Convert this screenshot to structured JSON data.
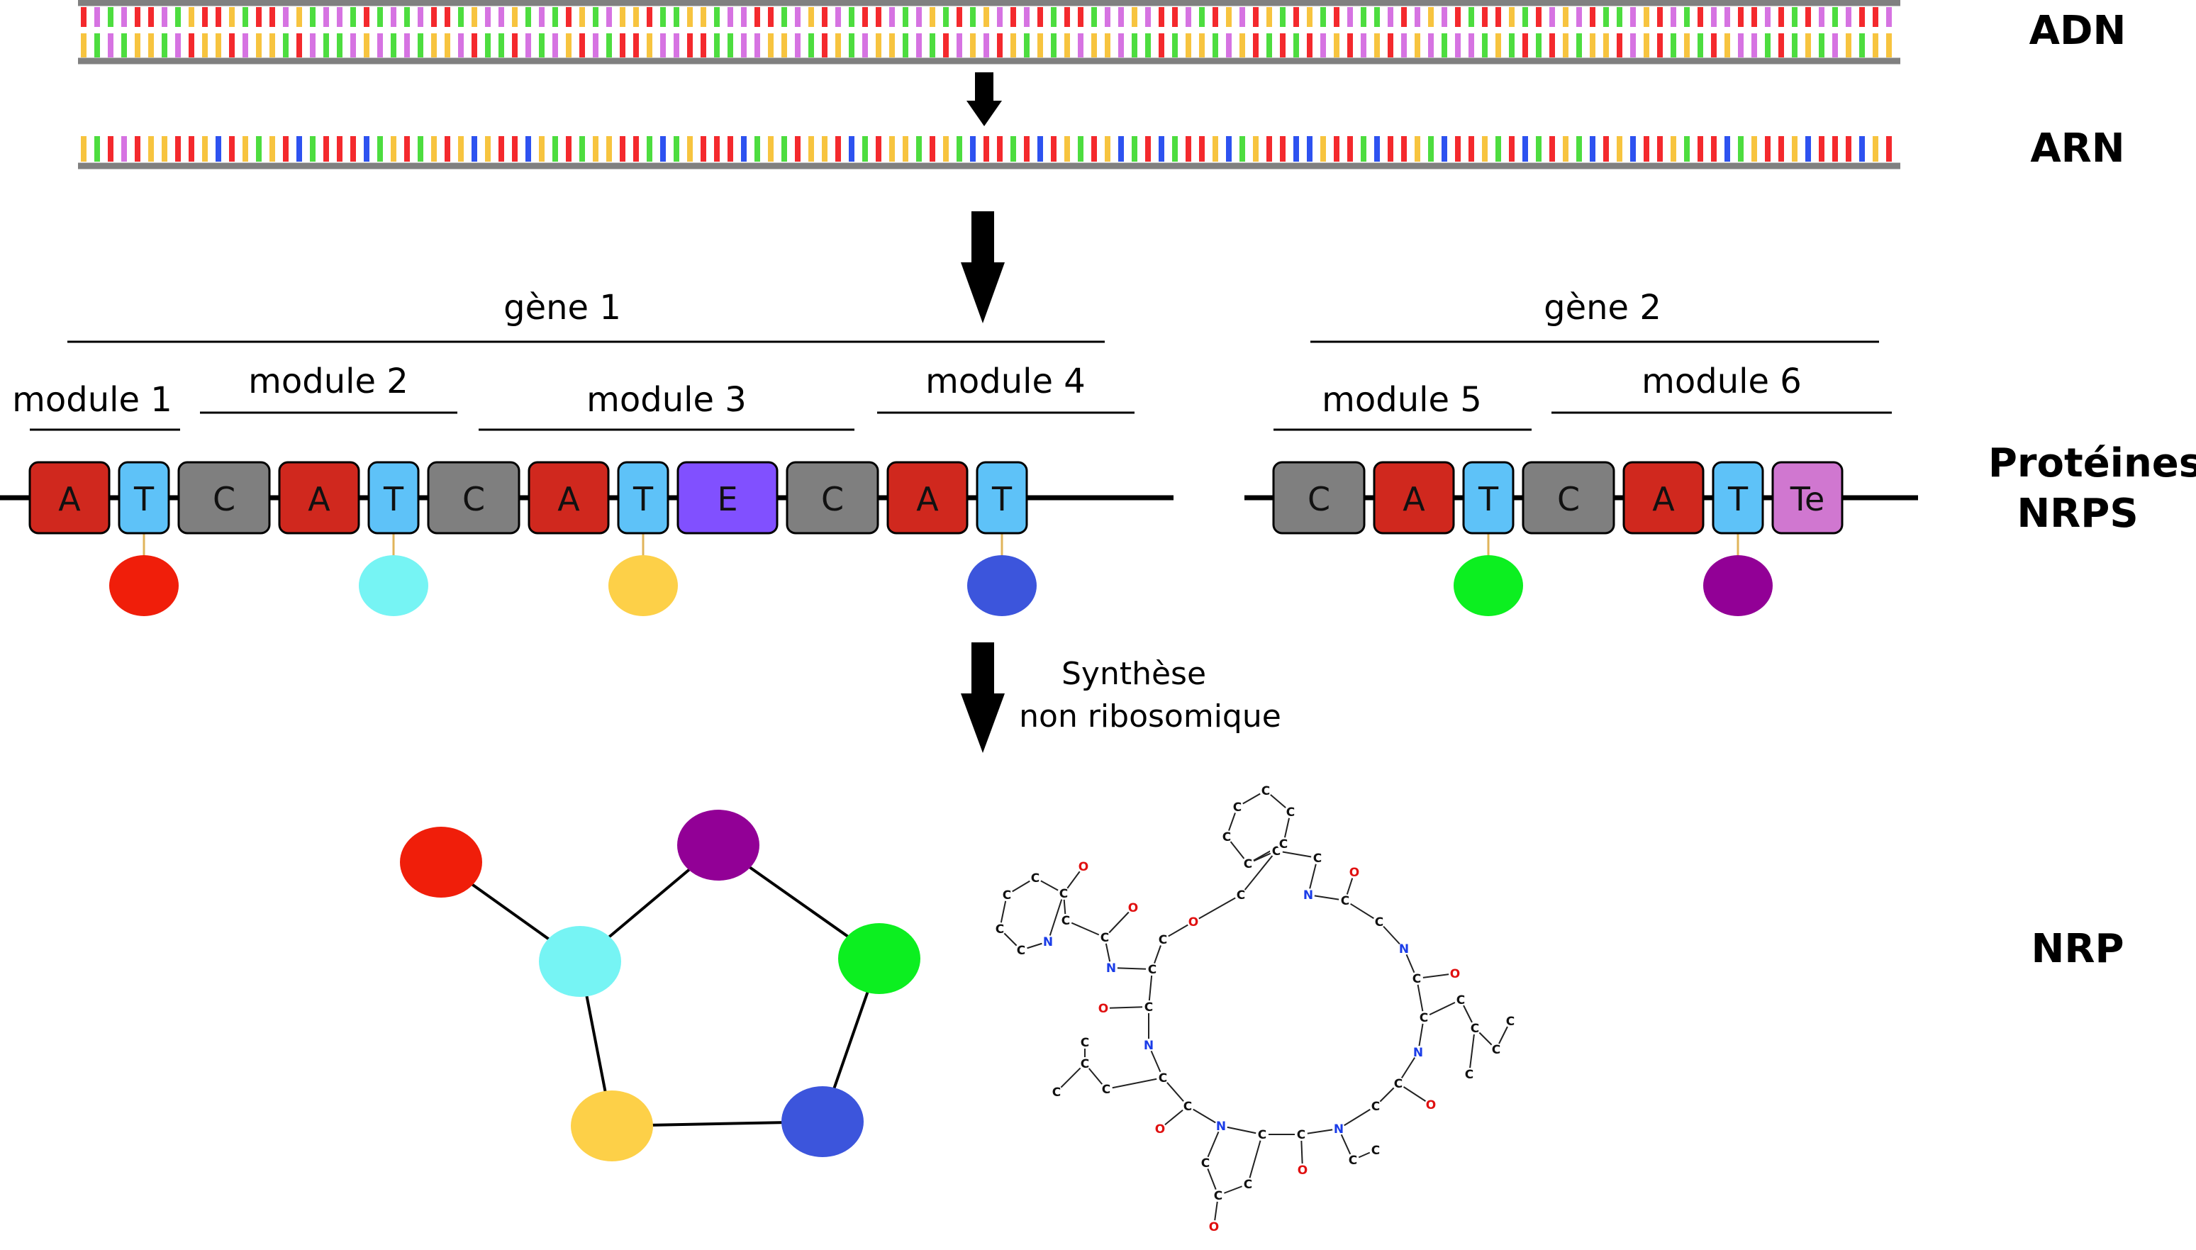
{
  "labels": {
    "dna": "ADN",
    "rna": "ARN",
    "proteins_line1": "Protéines",
    "proteins_line2": "NRPS",
    "nrp": "NRP",
    "synthesis_line1": "Synthèse",
    "synthesis_line2": "non ribosomique"
  },
  "genes": [
    {
      "label": "gène 1"
    },
    {
      "label": "gène 2"
    }
  ],
  "modules": [
    {
      "label": "module 1"
    },
    {
      "label": "module 2"
    },
    {
      "label": "module 3"
    },
    {
      "label": "module 4"
    },
    {
      "label": "module 5"
    },
    {
      "label": "module 6"
    }
  ],
  "domain_colors": {
    "A": "#d0281e",
    "T": "#5ec2f8",
    "C": "#7f7f7f",
    "E": "#8150ff",
    "Te": "#d077d0"
  },
  "gene1_domains": [
    "A",
    "T",
    "C",
    "A",
    "T",
    "C",
    "A",
    "T",
    "E",
    "C",
    "A",
    "T"
  ],
  "gene2_domains": [
    "C",
    "A",
    "T",
    "C",
    "A",
    "T",
    "Te"
  ],
  "monomer_colors": [
    "#f01e0a",
    "#76f4f4",
    "#fdd048",
    "#3c55dc",
    "#0cef20",
    "#920096"
  ],
  "base_colors": {
    "red": "#f4292d",
    "yellow": "#f7c43f",
    "green": "#4ddd3f",
    "violet": "#d673e2",
    "blue": "#2d52f0"
  },
  "dna_top_strand": "RVGVRRVGYRRYGRRVYGVVGRGVGVRRGYVVYGVGRYGVYYRGGYYGVVRRGVYRVGRRVGVYGRGYVRVRGRRGVVYVRRVGRYVRYGRYGRVGGVRVYVRGRRYGRVYVRGGVYRVGRVVRRVRG",
  "dna_bottom_strand": "YGVGYYGVRYYRVYYGRVGGVYVGVGYYVRGGRVGVYRVGRRYVVRRGGVVYYVGRYGVYYGVGRVYVRYGYGYVYYVGGRGYYGVYRGRGRVYRVYRVYVGVVGYGRGRYGYYRVYRGYGRYVVGRGYGVYGYYGYV",
  "rna_strand": "YGRVRYYRRYBRYGYRBGRRRBGYRGYRYBYRRBYGRGYYRRGBGYRRRBGYGRYYRBGRYYGRYGBRRGRBRYGRYBGRBGRRYBGYRRBBYRRGBRRYGBRRYGRBGRYGBRYBRRYGRRBGYRRYBRRRBYRB",
  "structure_atoms": "C C C C C C C C C C C C C C C O O O O O O O O O O N N N N N N N N"
}
